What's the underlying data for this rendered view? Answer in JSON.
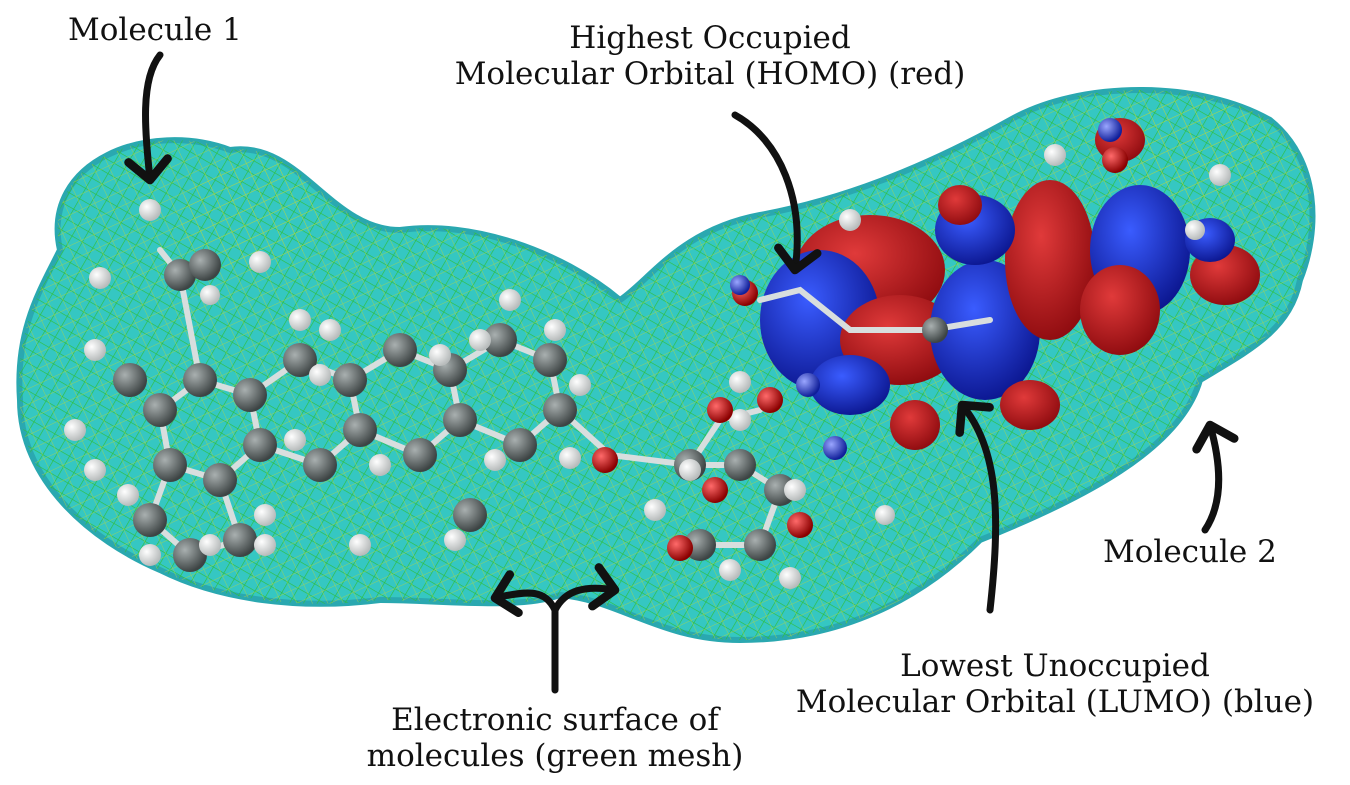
{
  "labels": {
    "molecule1": "Molecule 1",
    "molecule2": "Molecule 2",
    "homo_line1": "Highest Occupied",
    "homo_line2": "Molecular Orbital (HOMO) (red)",
    "lumo_line1": "Lowest Unoccupied",
    "lumo_line2": "Molecular Orbital (LUMO) (blue)",
    "surface_line1": "Electronic surface of",
    "surface_line2": "molecules (green mesh)"
  },
  "colors": {
    "mesh_green": "#33cc33",
    "surface_cyan": "#2ec4c4",
    "homo_red": "#c0141a",
    "lumo_blue": "#1428c8",
    "carbon_gray": "#5a6060",
    "hydrogen_white": "#f2f2f2",
    "oxygen_red": "#cc1010",
    "nitrogen_blue": "#2a3acc",
    "arrow_black": "#111111"
  }
}
